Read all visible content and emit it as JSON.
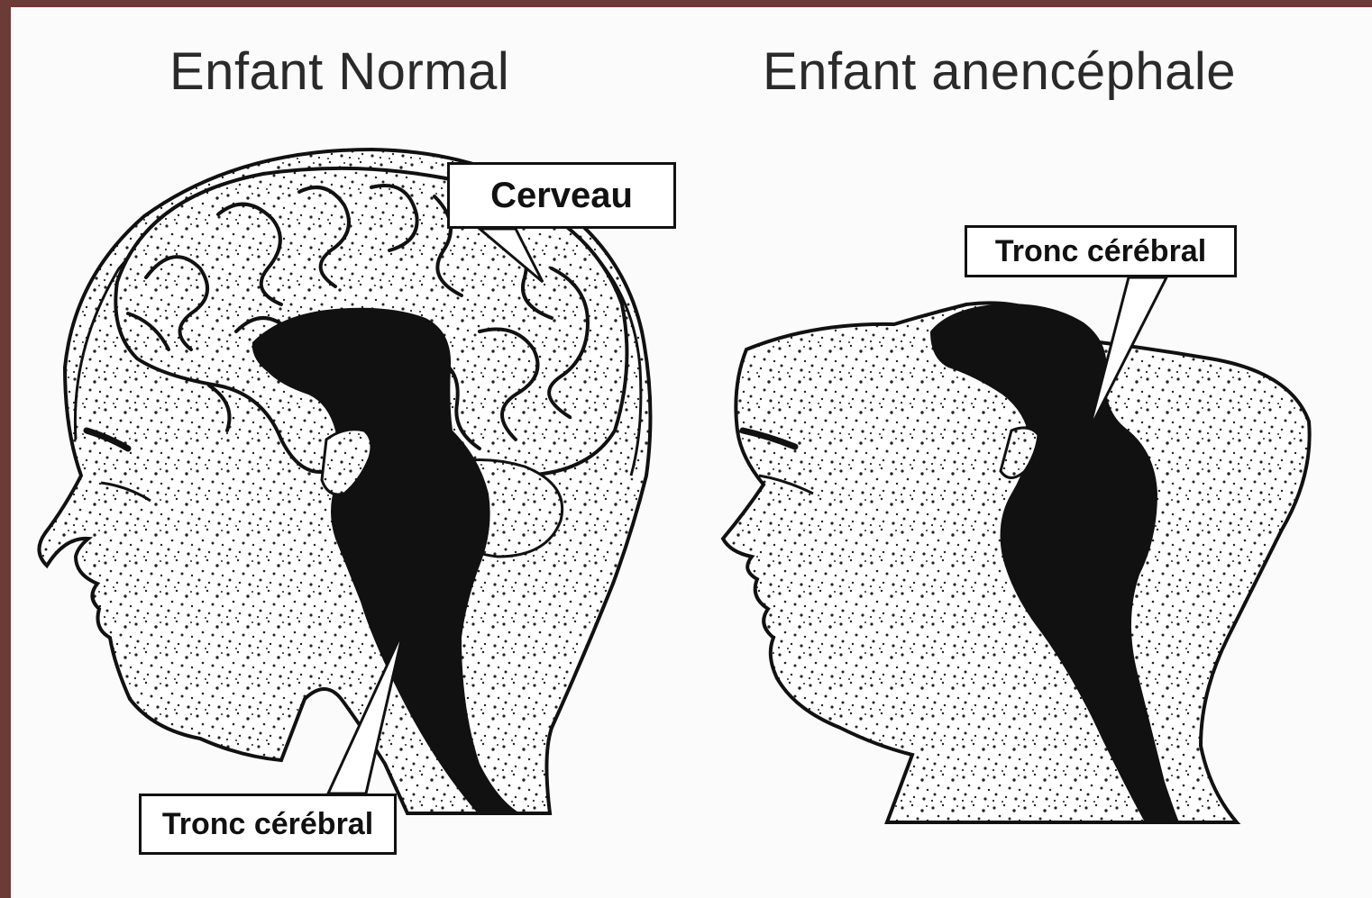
{
  "titles": {
    "normal": "Enfant Normal",
    "anencephalic": "Enfant anencéphale"
  },
  "labels": {
    "brain_normal": "Cerveau",
    "brainstem_normal": "Tronc cérébral",
    "brainstem_anencephalic": "Tronc cérébral"
  },
  "colors": {
    "frame_border": "#6b3b38",
    "background": "#fbfbfb",
    "ink": "#111111"
  }
}
